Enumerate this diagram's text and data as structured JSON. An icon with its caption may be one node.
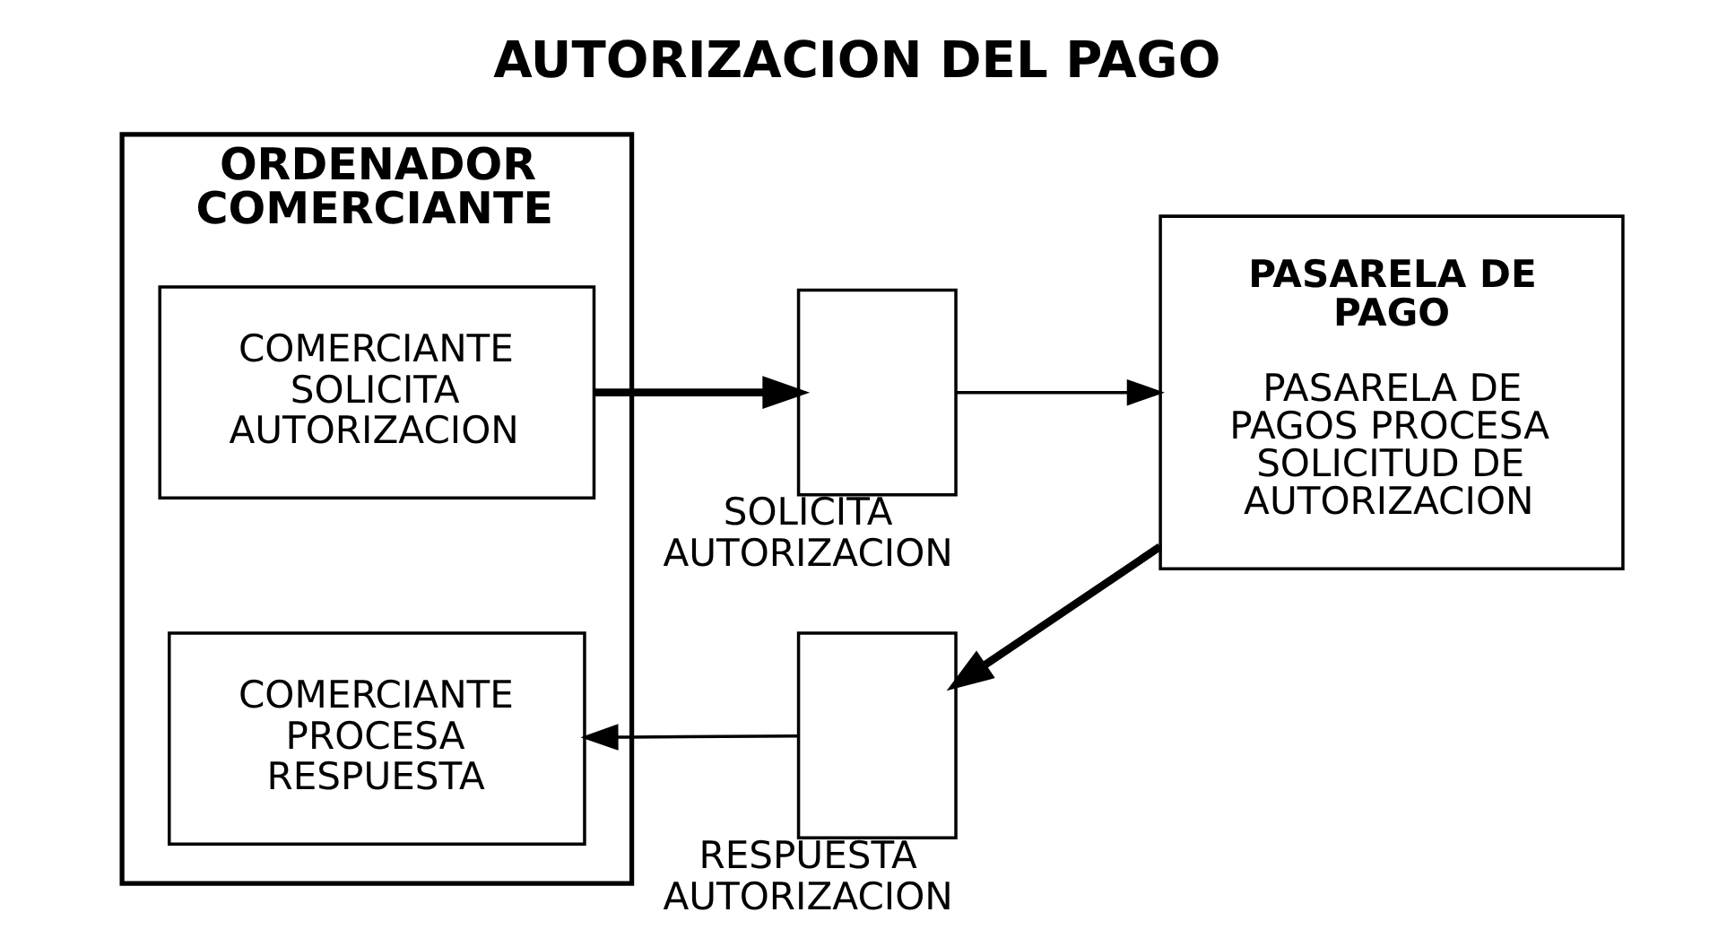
{
  "diagram": {
    "title": "AUTORIZACION DEL PAGO",
    "nodes": [
      {
        "text": [
          "ORDENADOR COMERCIANTE"
        ]
      },
      {
        "text": [
          "COMERCIANTE SOLICITA AUTORIZACION"
        ],
        "in": 0
      },
      {
        "text": [
          "COMERCIANTE PROCESA RESPUESTA"
        ],
        "in": 0
      },
      {
        "text": [],
        "shape": "box",
        "beside": [
          "SOLICITA AUTORIZACION"
        ]
      },
      {
        "text": [],
        "shape": "box",
        "beside": [
          "RESPUESTA AUTORIZACION"
        ]
      },
      {
        "text": [
          "PASARELA DE PAGO",
          "PASARELA DE PAGOS PROCESA SOLICITUD DE AUTORIZACION"
        ]
      }
    ],
    "edges": [
      {
        "from": 1,
        "to": 3,
        "arrow": "to",
        "style": "thick"
      },
      {
        "from": 3,
        "to": 5,
        "arrow": "to"
      },
      {
        "from": 5,
        "to": 4,
        "arrow": "to",
        "style": "thick"
      },
      {
        "from": 4,
        "to": 2,
        "arrow": "to"
      }
    ]
  }
}
